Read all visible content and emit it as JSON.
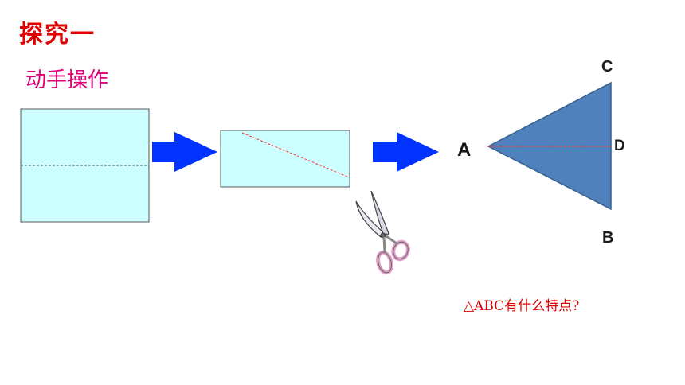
{
  "heading": "探究一",
  "subheading": "动手操作",
  "question": "△ABC有什么特点?",
  "points": {
    "A": "A",
    "B": "B",
    "C": "C",
    "D": "D"
  },
  "colors": {
    "paper": "#ccffff",
    "arrow": "#0033ff",
    "triangle": "#4f81bd",
    "fold_line": "#ff3333",
    "title": "#e00000",
    "subtitle": "#e0007a"
  },
  "icons": {
    "scissors": "scissors-icon"
  }
}
